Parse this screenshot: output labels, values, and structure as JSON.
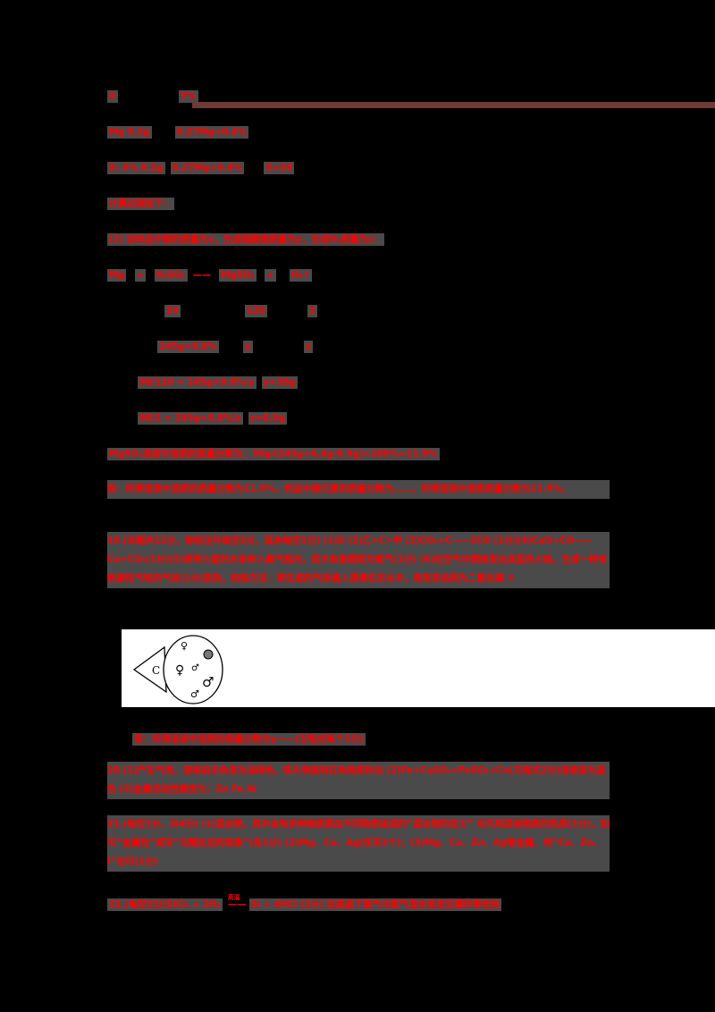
{
  "header": {
    "left": "X",
    "right": "Y%"
  },
  "lines": [
    {
      "parts": [
        "Mg 0.2g",
        "0.27Mg+0.4%"
      ]
    },
    {
      "parts": [
        "X: 5% 0.2g",
        "0.27Mg+0.4%",
        "X=24"
      ]
    },
    {
      "parts": [
        "计算过程如下："
      ]
    },
    {
      "parts": [
        "(2) 设样品中镁的质量为x，生成硫酸镁质量为y，生成H₂质量为z："
      ]
    }
  ],
  "equation": {
    "reactants": [
      "Mg",
      "+",
      "H₂SO₄"
    ],
    "arrow": "——",
    "products": [
      "MgSO₄",
      "+",
      "H₂↑"
    ],
    "masses": [
      "24",
      "120",
      "2"
    ],
    "given": [
      "245g×9.8%",
      "y",
      "z"
    ],
    "ratio1": [
      "98/120 = 245g×9.8%/y",
      "y=30g"
    ],
    "ratio2": [
      "98/2 = 245g×9.8%/z",
      "z=0.5g"
    ]
  },
  "result_line": "MgSO₄溶液中溶质的质量分数为：30g/(245g+6.4g-0.5g)×100%≈11.9%",
  "answer_note": "答：所得溶液中溶质的质量分数为11.9%，样品中镁元素的质量分数为……，所得溶液中溶质质量分数为11.9%。",
  "q19": {
    "text": "19.(本题共12分，除标注外每空2分，其余每空1分) (1)D    (2)乙>C>甲 (3)CO₂+C——2CO (1分)(4)CuO+CO——Cu+CO₂(1分)(5)将带火星的木条伸入集气瓶内，若木条复燃则为氧气(1分) (6)在空气中燃烧发出淡蓝色火焰，生成一种有刺激性气味的气体(1分)放热，检验方法：将生成的气体通入澄清石灰水中，若变浑浊则为二氧化碳 ②"
  },
  "diagram": {
    "label": "C",
    "symbols": [
      "♀",
      "♂",
      "♀",
      "♂",
      "♂",
      "♂"
    ]
  },
  "q19_end": "答：所得溶液中溶质的质量分数为y——(方程式每个1分)",
  "q20": "20.(1)产生气泡，溶液由无色变为浅绿色，铁片表面有红色物质析出 (2)Fe+CuSO₄=FeSO₄+Cu(方程式2分)溶液变为蓝色 (3)金属活动性顺序为：Zn  Fe  Al",
  "q21": "21.(每空1分，共4分) (1)混合物，其中含有多种物质是由不同物质组成的“混合物的定义” 也可用其他物质的性质(1分)，如可“金属性”或写“与酸反应的现象”(各1分)  (2)Mg、Cu、Ag(任写2个)；(3)Mg、Cu、Zn、Ag等金属，用“Cu、Zn、I”也可(1分)",
  "q22": {
    "label": "22.(每空2分)SiCl₄ + 2H₂",
    "cond": "高温",
    "rest": "Si + 4HCl (2分) 在高温下氢气与氧气混合易发生爆炸等危险"
  }
}
